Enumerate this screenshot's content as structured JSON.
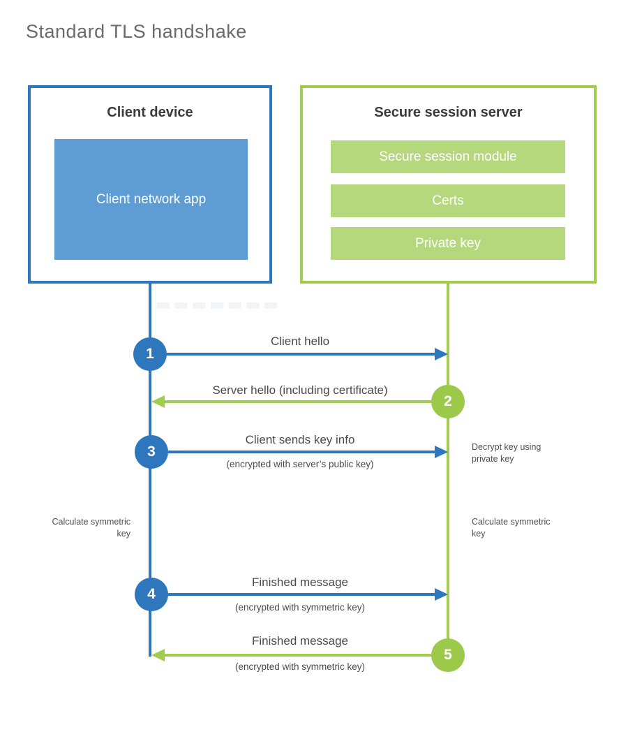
{
  "title": "Standard TLS handshake",
  "colors": {
    "client_blue": "#2e77bd",
    "client_fill_blue": "#5e9dd3",
    "server_green": "#a2cc4e",
    "server_fill_green": "#b5d87d",
    "step_green": "#9dc94b",
    "text_dark": "#3b3b3b",
    "text_gray": "#4a4a4a",
    "title_gray": "#6b6b6b"
  },
  "client_box": {
    "title": "Client device",
    "module": "Client network app"
  },
  "server_box": {
    "title": "Secure session server",
    "modules": [
      "Secure session module",
      "Certs",
      "Private key"
    ]
  },
  "steps": [
    {
      "num": "1",
      "label": "Client hello",
      "sub": "",
      "from": "client",
      "to": "server"
    },
    {
      "num": "2",
      "label": "Server hello (including certificate)",
      "sub": "",
      "from": "server",
      "to": "client"
    },
    {
      "num": "3",
      "label": "Client sends key info",
      "sub": "(encrypted with server’s public key)",
      "from": "client",
      "to": "server"
    },
    {
      "num": "4",
      "label": "Finished message",
      "sub": "(encrypted with symmetric key)",
      "from": "client",
      "to": "server"
    },
    {
      "num": "5",
      "label": "Finished message",
      "sub": "(encrypted with symmetric key)",
      "from": "server",
      "to": "client"
    }
  ],
  "notes": {
    "decrypt": "Decrypt key using private key",
    "calc_left": "Calculate symmetric key",
    "calc_right": "Calculate symmetric key"
  }
}
